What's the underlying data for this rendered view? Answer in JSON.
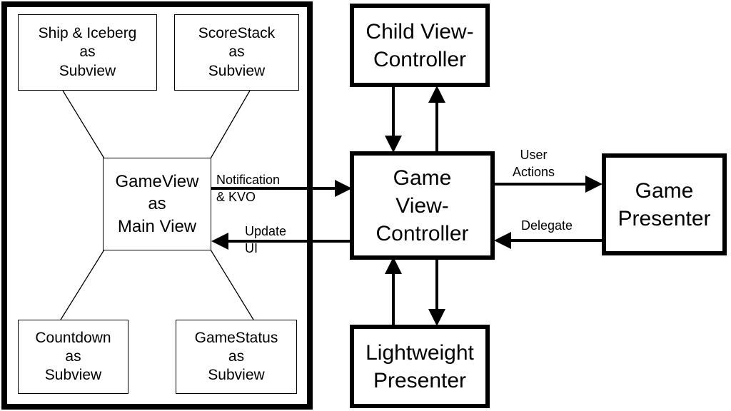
{
  "nodes": {
    "ship_iceberg": "Ship & Iceberg\nas\nSubview",
    "score_stack": "ScoreStack\nas\nSubview",
    "game_view": "GameView\nas\nMain View",
    "countdown": "Countdown\nas\nSubview",
    "game_status": "GameStatus\nas\nSubview",
    "child_vc": "Child View-\nController",
    "game_vc": "Game\nView-\nController",
    "game_presenter": "Game\nPresenter",
    "lightweight_presenter": "Lightweight\nPresenter"
  },
  "edges": {
    "notification_kvo": "Notification\n& KVO",
    "update_ui": "Update\nUI",
    "user_actions": "User\nActions",
    "delegate": "Delegate"
  }
}
